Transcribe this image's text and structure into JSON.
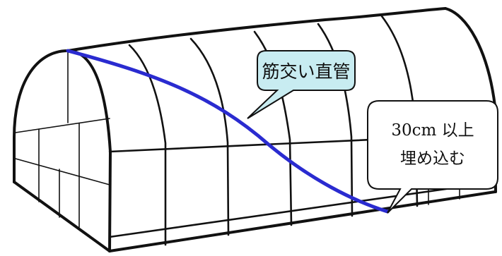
{
  "callouts": {
    "brace_pipe": {
      "text": "筋交い直管",
      "fill_color": "#c8ecf1"
    },
    "bury_depth": {
      "line1": "30cm 以上",
      "line2": "埋め込む",
      "fill_color": "#ffffff"
    }
  },
  "colors": {
    "brace_line": "#2a2bd0",
    "frame_line": "#111111"
  }
}
